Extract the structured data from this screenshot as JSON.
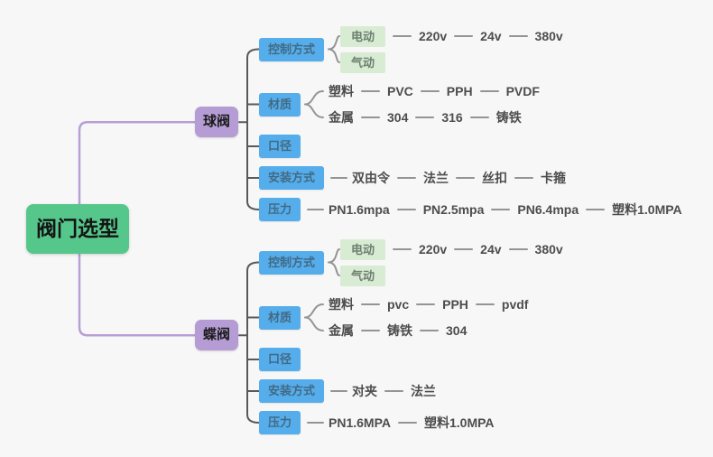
{
  "colors": {
    "canvas_bg": "#f7f7f7",
    "root_fill": "#56c78b",
    "root_text": "#141414",
    "branch_fill": "#b59cd4",
    "branch_text": "#1c1c1c",
    "topic_fill": "#55adeb",
    "topic_text": "#426a84",
    "chip_fill": "#d8ecd3",
    "chip_text": "#6e7f70",
    "leaf_text": "#4d4d4d",
    "wire_root": "#b79fd6",
    "wire_branch": "#595959",
    "wire_leaf": "#949494"
  },
  "mindmap": {
    "root": {
      "label": "阀门选型"
    },
    "branches": [
      {
        "label": "球阀",
        "topics": [
          {
            "label": "控制方式",
            "rows": [
              {
                "items": [
                  {
                    "label": "电动",
                    "chip": true
                  },
                  {
                    "label": "220v"
                  },
                  {
                    "label": "24v"
                  },
                  {
                    "label": "380v"
                  }
                ]
              },
              {
                "items": [
                  {
                    "label": "气动",
                    "chip": true
                  }
                ]
              }
            ]
          },
          {
            "label": "材质",
            "rows": [
              {
                "items": [
                  {
                    "label": "塑料"
                  },
                  {
                    "label": "PVC"
                  },
                  {
                    "label": "PPH"
                  },
                  {
                    "label": "PVDF"
                  }
                ]
              },
              {
                "items": [
                  {
                    "label": "金属"
                  },
                  {
                    "label": "304"
                  },
                  {
                    "label": "316"
                  },
                  {
                    "label": "铸铁"
                  }
                ]
              }
            ]
          },
          {
            "label": "口径",
            "rows": []
          },
          {
            "label": "安装方式",
            "rows": [
              {
                "items": [
                  {
                    "label": "双由令"
                  },
                  {
                    "label": "法兰"
                  },
                  {
                    "label": "丝扣"
                  },
                  {
                    "label": "卡箍"
                  }
                ]
              }
            ]
          },
          {
            "label": "压力",
            "rows": [
              {
                "items": [
                  {
                    "label": "PN1.6mpa"
                  },
                  {
                    "label": "PN2.5mpa"
                  },
                  {
                    "label": "PN6.4mpa"
                  },
                  {
                    "label": "塑料1.0MPA"
                  }
                ]
              }
            ]
          }
        ]
      },
      {
        "label": "蝶阀",
        "topics": [
          {
            "label": "控制方式",
            "rows": [
              {
                "items": [
                  {
                    "label": "电动",
                    "chip": true
                  },
                  {
                    "label": "220v"
                  },
                  {
                    "label": "24v"
                  },
                  {
                    "label": "380v"
                  }
                ]
              },
              {
                "items": [
                  {
                    "label": "气动",
                    "chip": true
                  }
                ]
              }
            ]
          },
          {
            "label": "材质",
            "rows": [
              {
                "items": [
                  {
                    "label": "塑料"
                  },
                  {
                    "label": "pvc"
                  },
                  {
                    "label": "PPH"
                  },
                  {
                    "label": "pvdf"
                  }
                ]
              },
              {
                "items": [
                  {
                    "label": "金属"
                  },
                  {
                    "label": "铸铁"
                  },
                  {
                    "label": "304"
                  }
                ]
              }
            ]
          },
          {
            "label": "口径",
            "rows": []
          },
          {
            "label": "安装方式",
            "rows": [
              {
                "items": [
                  {
                    "label": "对夹"
                  },
                  {
                    "label": "法兰"
                  }
                ]
              }
            ]
          },
          {
            "label": "压力",
            "rows": [
              {
                "items": [
                  {
                    "label": "PN1.6MPA"
                  },
                  {
                    "label": "塑料1.0MPA"
                  }
                ]
              }
            ]
          }
        ]
      }
    ]
  }
}
